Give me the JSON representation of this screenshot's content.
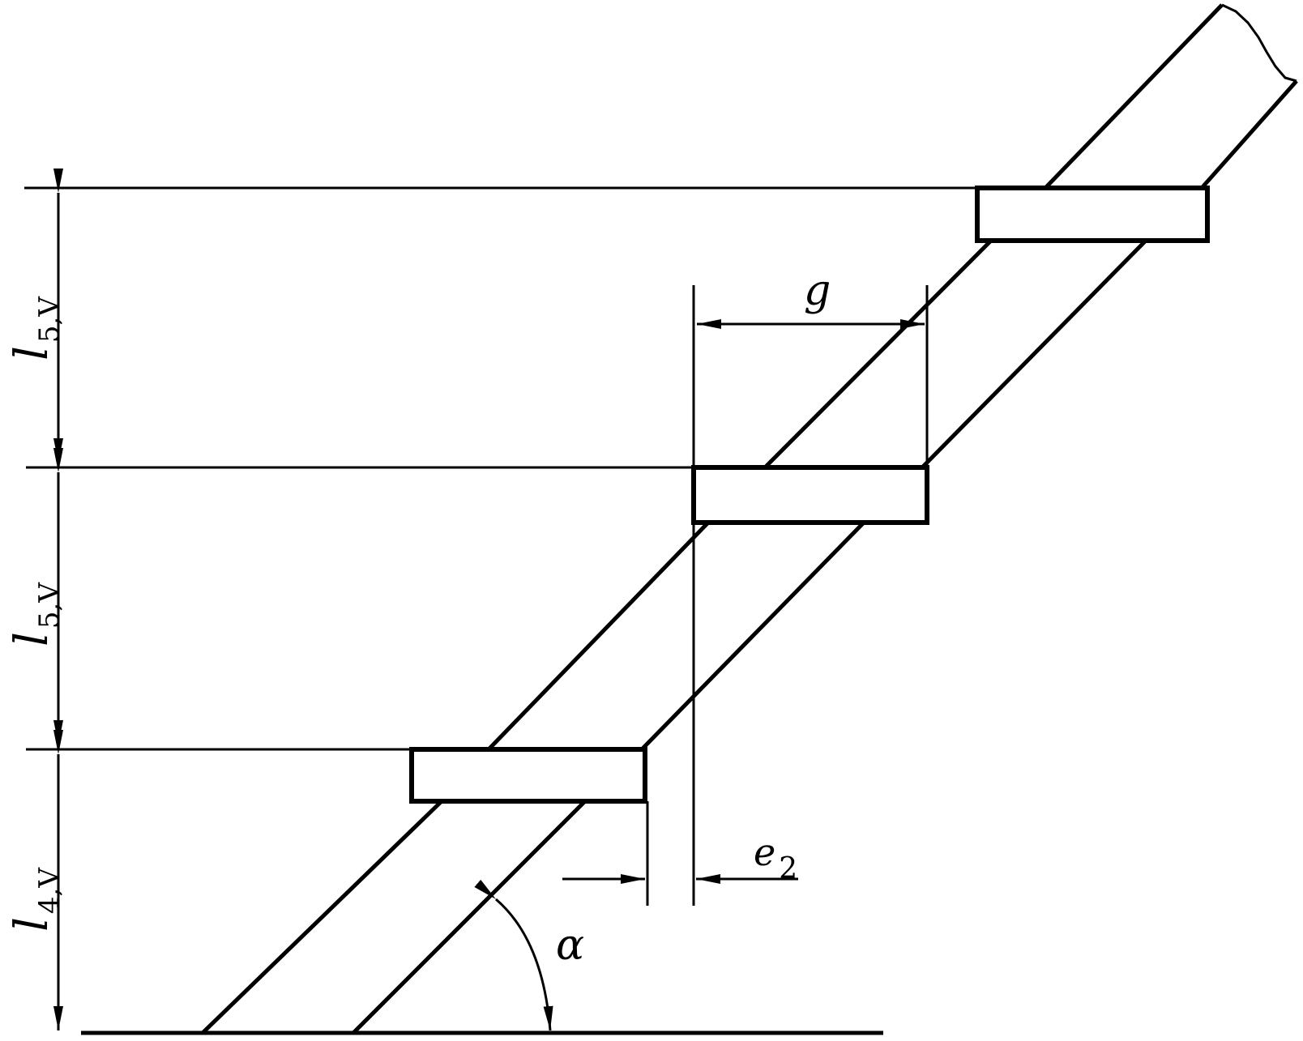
{
  "labels": {
    "gap": "g",
    "offset_main": "e",
    "offset_sub": "2",
    "angle": "α",
    "top_height_main": "l",
    "top_height_sub": "5,V",
    "middle_height_main": "l",
    "middle_height_sub": "5,V",
    "bottom_height_main": "l",
    "bottom_height_sub": "4,V"
  },
  "colors": {
    "stroke": "#000000",
    "background": "#ffffff"
  }
}
